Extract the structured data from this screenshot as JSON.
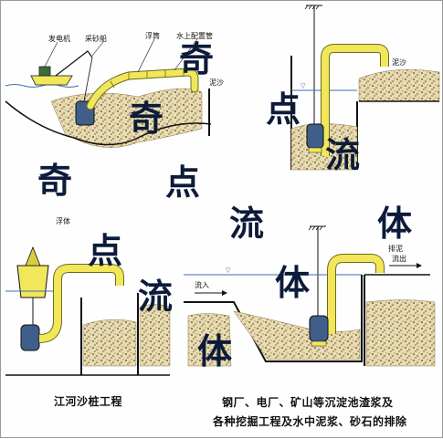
{
  "panels": {
    "top_left": {
      "labels": {
        "generator": "发电机",
        "sand_pump": "采砂船",
        "float": "浮筒",
        "pipe": "水上配置管",
        "mud_sand": "泥沙"
      }
    },
    "top_right": {
      "labels": {
        "sediment": "泥沙"
      }
    },
    "bottom_left": {
      "labels": {
        "float": "浮体"
      },
      "caption": "江河沙桩工程"
    },
    "bottom_right": {
      "labels": {
        "outflow_top": "排泥",
        "inflow": "流入",
        "outflow": "流出"
      },
      "caption_line1": "钢厂、电厂、矿山等沉淀池渣浆及",
      "caption_line2": "各种挖掘工程及水中泥浆、砂石的排除"
    }
  },
  "watermark": [
    "奇",
    "点",
    "流",
    "体"
  ],
  "colors": {
    "pipe": "#f2e65a",
    "pipe_outline": "#6b6a1c",
    "pump": "#3f5f8a",
    "sand": "#d9c79a",
    "water_line": "#3f6fb0",
    "structure": "#111111",
    "watermark": "#0d1b3a"
  }
}
